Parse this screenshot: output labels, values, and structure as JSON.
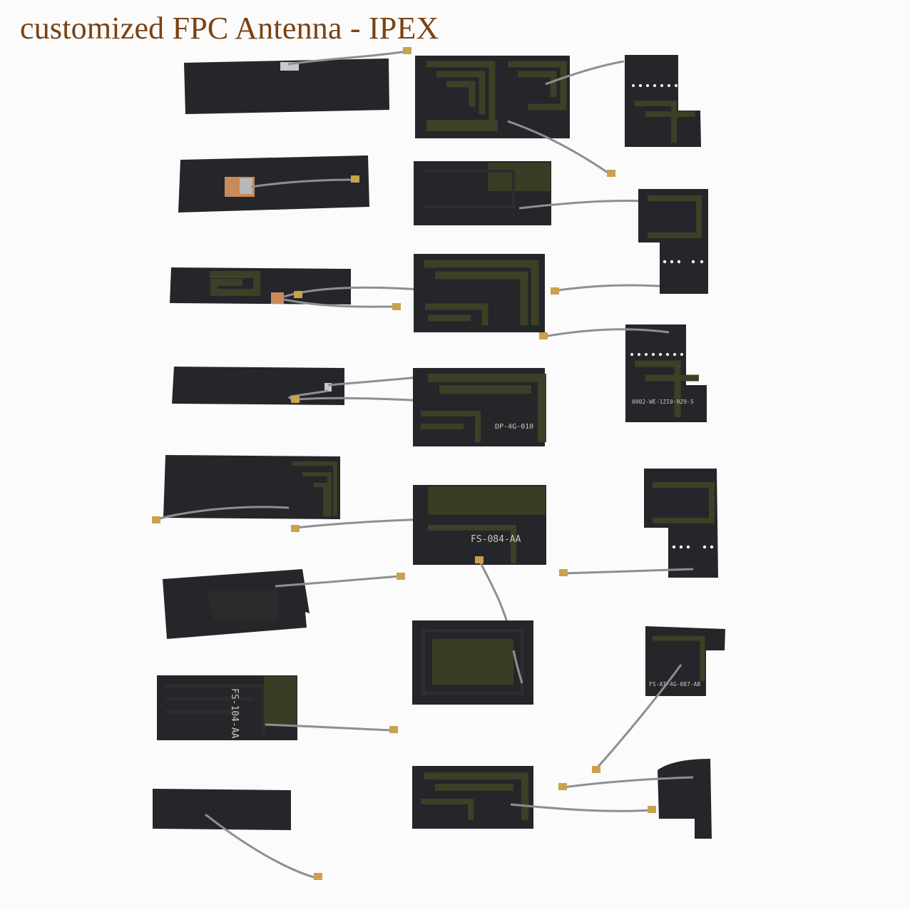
{
  "title": "customized FPC Antenna - IPEX",
  "colors": {
    "title": "#7a4212",
    "board": "#232427",
    "trace": "#3d3f26",
    "cable": "#8b8d90",
    "connector": "#c9a24a"
  },
  "labels": {
    "fs084": "FS-084-AA",
    "fs104": "FS-104-AA",
    "fs087": "FS-AT-4G-087-AB",
    "dp4g": "DP-4G-010",
    "serial": "0002-WE-1ZI0-9Z9-5"
  }
}
